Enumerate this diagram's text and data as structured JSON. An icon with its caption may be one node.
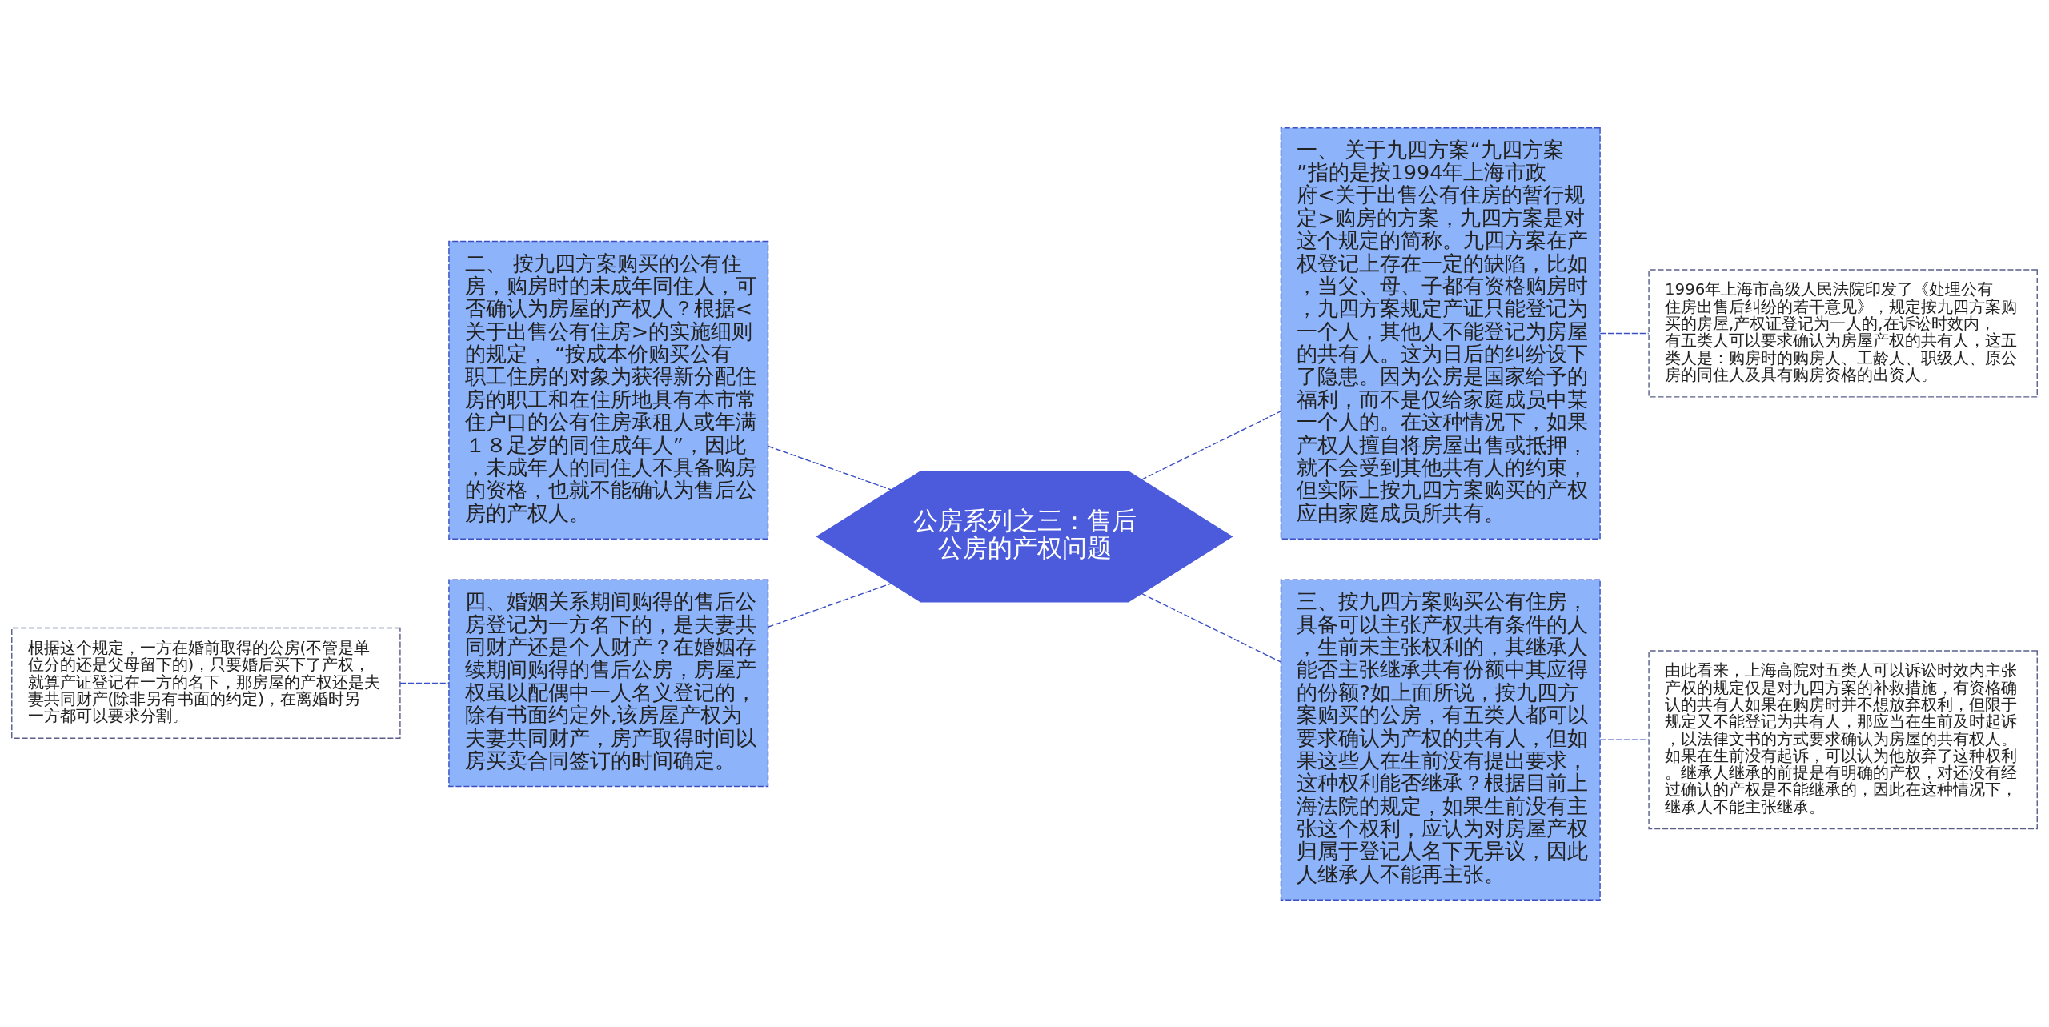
{
  "diagram": {
    "nodes": [
      {
        "text": [
          "公房系列之三：售后公房的产权问题"
        ]
      },
      {
        "text": [
          "二、 按九四方案购买的公有住房，购房时的未成年同住人，可否确认为房屋的产权人？根据<关于出售公有住房>的实施细则的规定， “按成本价购买公有职工住房的对象为获得新分配住房的职工和在住所地具有本市常住户口的公有住房承租人或年满１８足岁的同住成年人”，因此，未成年人的同住人不具备购房的资格，也就不能确认为售后公房的产权人。"
        ]
      },
      {
        "text": [
          "四、婚姻关系期间购得的售后公房登记为一方名下的，是夫妻共同财产还是个人财产？在婚姻存续期间购得的售后公房，房屋产权虽以配偶中一人名义登记的，除有书面约定外,该房屋产权为夫妻共同财产，房产取得时间以房买卖合同签订的时间确定。"
        ]
      },
      {
        "text": [
          "根据这个规定，一方在婚前取得的公房(不管是单位分的还是父母留下的)，只要婚后买下了产权，就算产证登记在一方的名下，那房屋的产权还是夫妻共同财产(除非另有书面的约定)，在离婚时另一方都可以要求分割。"
        ]
      },
      {
        "text": [
          "一、 关于九四方案“九四方案”指的是按1994年上海市政府<关于出售公有住房的暂行规定>购房的方案，九四方案是对这个规定的简称。九四方案在产权登记上存在一定的缺陷，比如，当父、母、子都有资格购房时，九四方案规定产证只能登记为一个人，其他人不能登记为房屋的共有人。这为日后的纠纷设下了隐患。因为公房是国家给予的福利，而不是仅给家庭成员中某一个人的。在这种情况下，如果产权人擅自将房屋出售或抵押，就不会受到其他共有人的约束，但实际上按九四方案购买的产权应由家庭成员所共有。"
        ]
      },
      {
        "text": [
          "1996年上海市高级人民法院印发了《处理公有住房出售后纠纷的若干意见》，规定按九四方案购买的房屋,产权证登记为一人的,在诉讼时效内，有五类人可以要求确认为房屋产权的共有人，这五类人是：购房时的购房人、工龄人、职级人、原公房的同住人及具有购房资格的出资人。"
        ]
      },
      {
        "text": [
          "三、按九四方案购买公有住房，具备可以主张产权共有条件的人，生前未主张权利的，其继承人能否主张继承共有份额中其应得的份额?如上面所说，按九四方案购买的公房，有五类人都可以要求确认为产权的共有人，但如果这些人在生前没有提出要求，这种权利能否继承？根据目前上海法院的规定，如果生前没有主张这个权利，应认为对房屋产权归属于登记人名下无异议，因此人继承人不能再主张。"
        ]
      },
      {
        "text": [
          "由此看来，上海高院对五类人可以诉讼时效内主张产权的规定仅是对九四方案的补救措施，有资格确认的共有人如果在购房时并不想放弃权利，但限于规定又不能登记为共有人，那应当在生前及时起诉，以法律文书的方式要求确认为房屋的共有权人。如果在生前没有起诉，可以认为他放弃了这种权利。继承人继承的前提是有明确的产权，对还没有经过确认的产权是不能继承的，因此在这种情况下，继承人不能主张继承。"
        ]
      }
    ],
    "edges": [
      {
        "from": 1,
        "to": 0,
        "arrow": "none",
        "style": "dashed"
      },
      {
        "from": 3,
        "to": 2,
        "arrow": "none",
        "style": "dashed"
      },
      {
        "from": 2,
        "to": 0,
        "arrow": "none",
        "style": "dashed"
      },
      {
        "from": 0,
        "to": 4,
        "arrow": "none",
        "style": "dashed"
      },
      {
        "from": 4,
        "to": 5,
        "arrow": "none",
        "style": "dashed"
      },
      {
        "from": 0,
        "to": 6,
        "arrow": "none",
        "style": "dashed"
      },
      {
        "from": 6,
        "to": 7,
        "arrow": "none",
        "style": "dashed"
      }
    ]
  }
}
